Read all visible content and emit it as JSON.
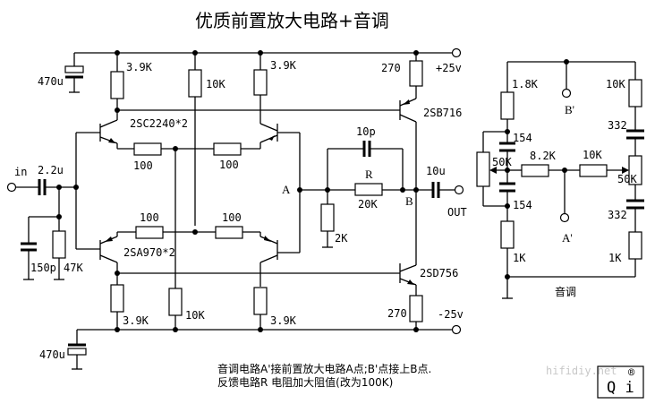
{
  "title": "优质前置放大电路+音调",
  "preamp": {
    "input_label": "in",
    "input_cap": "2.2u",
    "input_shunt_cap": "150p",
    "input_shunt_res": "47K",
    "top_decoupling_cap": "470u",
    "bottom_decoupling_cap": "470u",
    "top_left_collector_res": "3.9K",
    "top_mid_res": "10K",
    "top_right_collector_res": "3.9K",
    "bottom_left_collector_res": "3.9K",
    "bottom_mid_res": "10K",
    "bottom_right_collector_res": "3.9K",
    "npn_pair": "2SC2240*2",
    "pnp_pair": "2SA970*2",
    "emitter_res_top_left": "100",
    "emitter_res_top_right": "100",
    "emitter_res_bottom_left": "100",
    "emitter_res_bottom_right": "100",
    "node_a": "A",
    "node_b": "B",
    "feedback_cap": "10p",
    "feedback_res_label": "R",
    "feedback_res": "20K",
    "ground_res": "2K",
    "output_top_transistor": "2SB716",
    "output_bottom_transistor": "2SD756",
    "output_top_emitter_res": "270",
    "output_bottom_emitter_res": "270",
    "supply_pos": "+25v",
    "supply_neg": "-25v",
    "output_cap": "10u",
    "output_label": "OUT"
  },
  "tone": {
    "label": "音调",
    "node_b_prime": "B'",
    "node_a_prime": "A'",
    "left_top_res": "1.8K",
    "left_top_cap": "154",
    "left_bottom_cap": "154",
    "left_pot": "50K",
    "left_bottom_res": "1K",
    "mid_left_res": "8.2K",
    "mid_right_res": "10K",
    "right_top_res": "10K",
    "right_top_cap": "332",
    "right_pot": "50K",
    "right_bottom_cap": "332",
    "right_bottom_res": "1K"
  },
  "notes": {
    "line1": "音调电路A'接前置放大电路A点;B'点接上B点.",
    "line2": "反馈电路R 电阻加大阻值(改为100K)"
  },
  "watermark": "hifidiy.net",
  "logo": {
    "text": "Q i",
    "mark": "®"
  }
}
